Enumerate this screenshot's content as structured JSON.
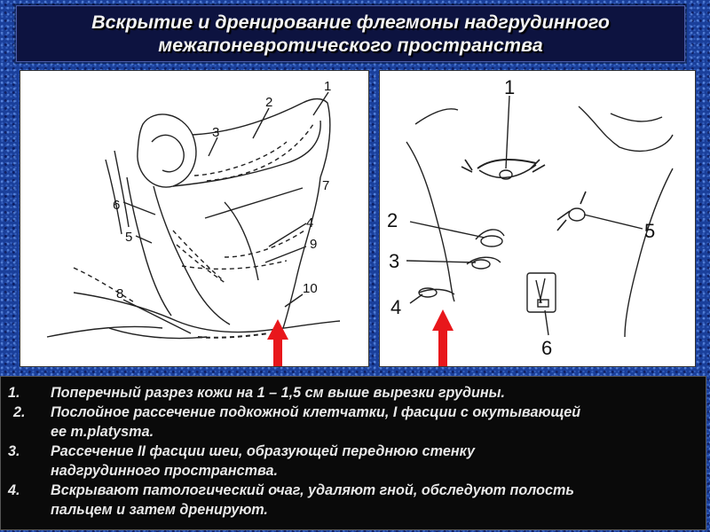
{
  "header": {
    "title_line1": "Вскрытие и дренирование флегмоны надгрудинного",
    "title_line2": "межапоневротического пространства"
  },
  "left_figure": {
    "labels": [
      "1",
      "2",
      "3",
      "4",
      "5",
      "6",
      "7",
      "8",
      "9",
      "10"
    ]
  },
  "right_figure": {
    "labels": [
      "1",
      "2",
      "3",
      "4",
      "5",
      "6"
    ]
  },
  "steps": [
    {
      "num": "1.",
      "text": "Поперечный разрез кожи на 1 – 1,5 см выше вырезки грудины."
    },
    {
      "num": "2.",
      "text": "Послойное рассечение подкожной клетчатки, I фасции с окутывающей\nее m.platysma."
    },
    {
      "num": "3.",
      "text": "Рассечение II фасции шеи, образующей переднюю стенку\nнадгрудинного пространства."
    },
    {
      "num": "4.",
      "text": "Вскрывают патологический очаг, удаляют гной, обследуют полость\nпальцем и затем дренируют."
    }
  ],
  "colors": {
    "background": "#1a3f9a",
    "title_box": "#0d1340",
    "steps_box": "#0a0a0a",
    "arrow": "#e8171b",
    "text": "#f2f2f2"
  }
}
